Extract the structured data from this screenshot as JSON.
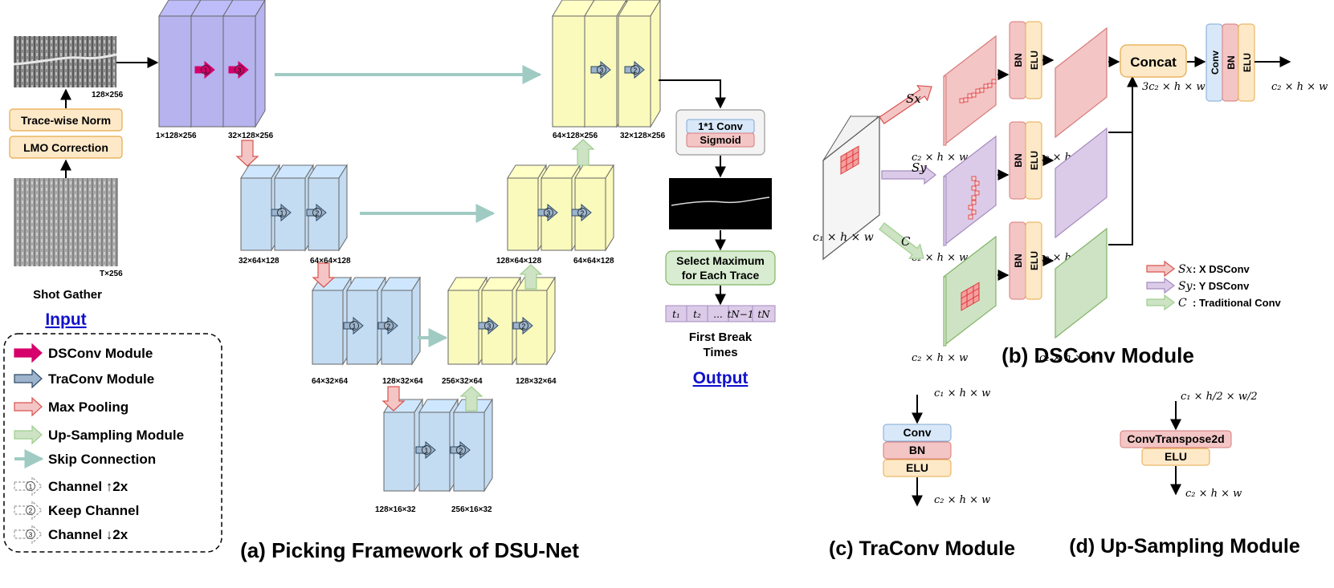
{
  "input": {
    "gather_dim": "128×256",
    "trace_norm": "Trace-wise Norm",
    "lmo": "LMO Correction",
    "raw_dim": "T×256",
    "label": "Shot Gather",
    "link": "Input"
  },
  "legend": {
    "items": [
      {
        "label": "DSConv Module"
      },
      {
        "label": "TraConv Module"
      },
      {
        "label": "Max Pooling"
      },
      {
        "label": "Up-Sampling Module"
      },
      {
        "label": "Skip Connection"
      },
      {
        "label": "Channel ↑2x",
        "num": "1"
      },
      {
        "label": "Keep Channel",
        "num": "2"
      },
      {
        "label": "Channel ↓2x",
        "num": "3"
      }
    ]
  },
  "unet": {
    "dims": [
      "1×128×256",
      "32×128×256",
      "32×64×128",
      "64×64×128",
      "64×32×64",
      "128×32×64",
      "128×16×32",
      "256×16×32",
      "256×32×64",
      "128×32×64",
      "128×64×128",
      "64×64×128",
      "64×128×256",
      "32×128×256"
    ],
    "caption": "(a) Picking Framework of DSU-Net"
  },
  "output": {
    "conv": "1*1 Conv",
    "sigmoid": "Sigmoid",
    "select": [
      "Select Maximum",
      "for Each Trace"
    ],
    "times": [
      "t₁",
      "t₂",
      "...",
      "tN−1",
      "tN"
    ],
    "label": [
      "First Break",
      "Times"
    ],
    "link": "Output"
  },
  "dsconv": {
    "in_dim": "c₁ × h × w",
    "sx": "Sx",
    "sy": "Sy",
    "c": "C",
    "branch_dim": "c₂ × h × w",
    "bn": "BN",
    "elu": "ELU",
    "conv": "Conv",
    "concat": "Concat",
    "concat_dim": "3c₂ × h × w",
    "out_dim": "c₂ × h × w",
    "legend": [
      ": X DSConv",
      ": Y DSConv",
      ": Traditional Conv"
    ],
    "caption": "(b) DSConv Module"
  },
  "traconv": {
    "in_dim": "c₁ × h × w",
    "conv": "Conv",
    "bn": "BN",
    "elu": "ELU",
    "out_dim": "c₂ × h × w",
    "caption": "(c) TraConv Module"
  },
  "upsampling": {
    "in_dim": "c₁ × h/2 × w/2",
    "convt": "ConvTranspose2d",
    "elu": "ELU",
    "out_dim": "c₂ × h × w",
    "caption": "(d) Up-Sampling Module"
  },
  "colors": {
    "purple": "#b6b3ee",
    "blue": "#c4dcf2",
    "yellow": "#fafabd",
    "pink": "#f4c5c5",
    "lilac": "#dccbe8",
    "green": "#cde3c4",
    "skip": "#9fcbc3",
    "magenta": "#d6006c"
  }
}
